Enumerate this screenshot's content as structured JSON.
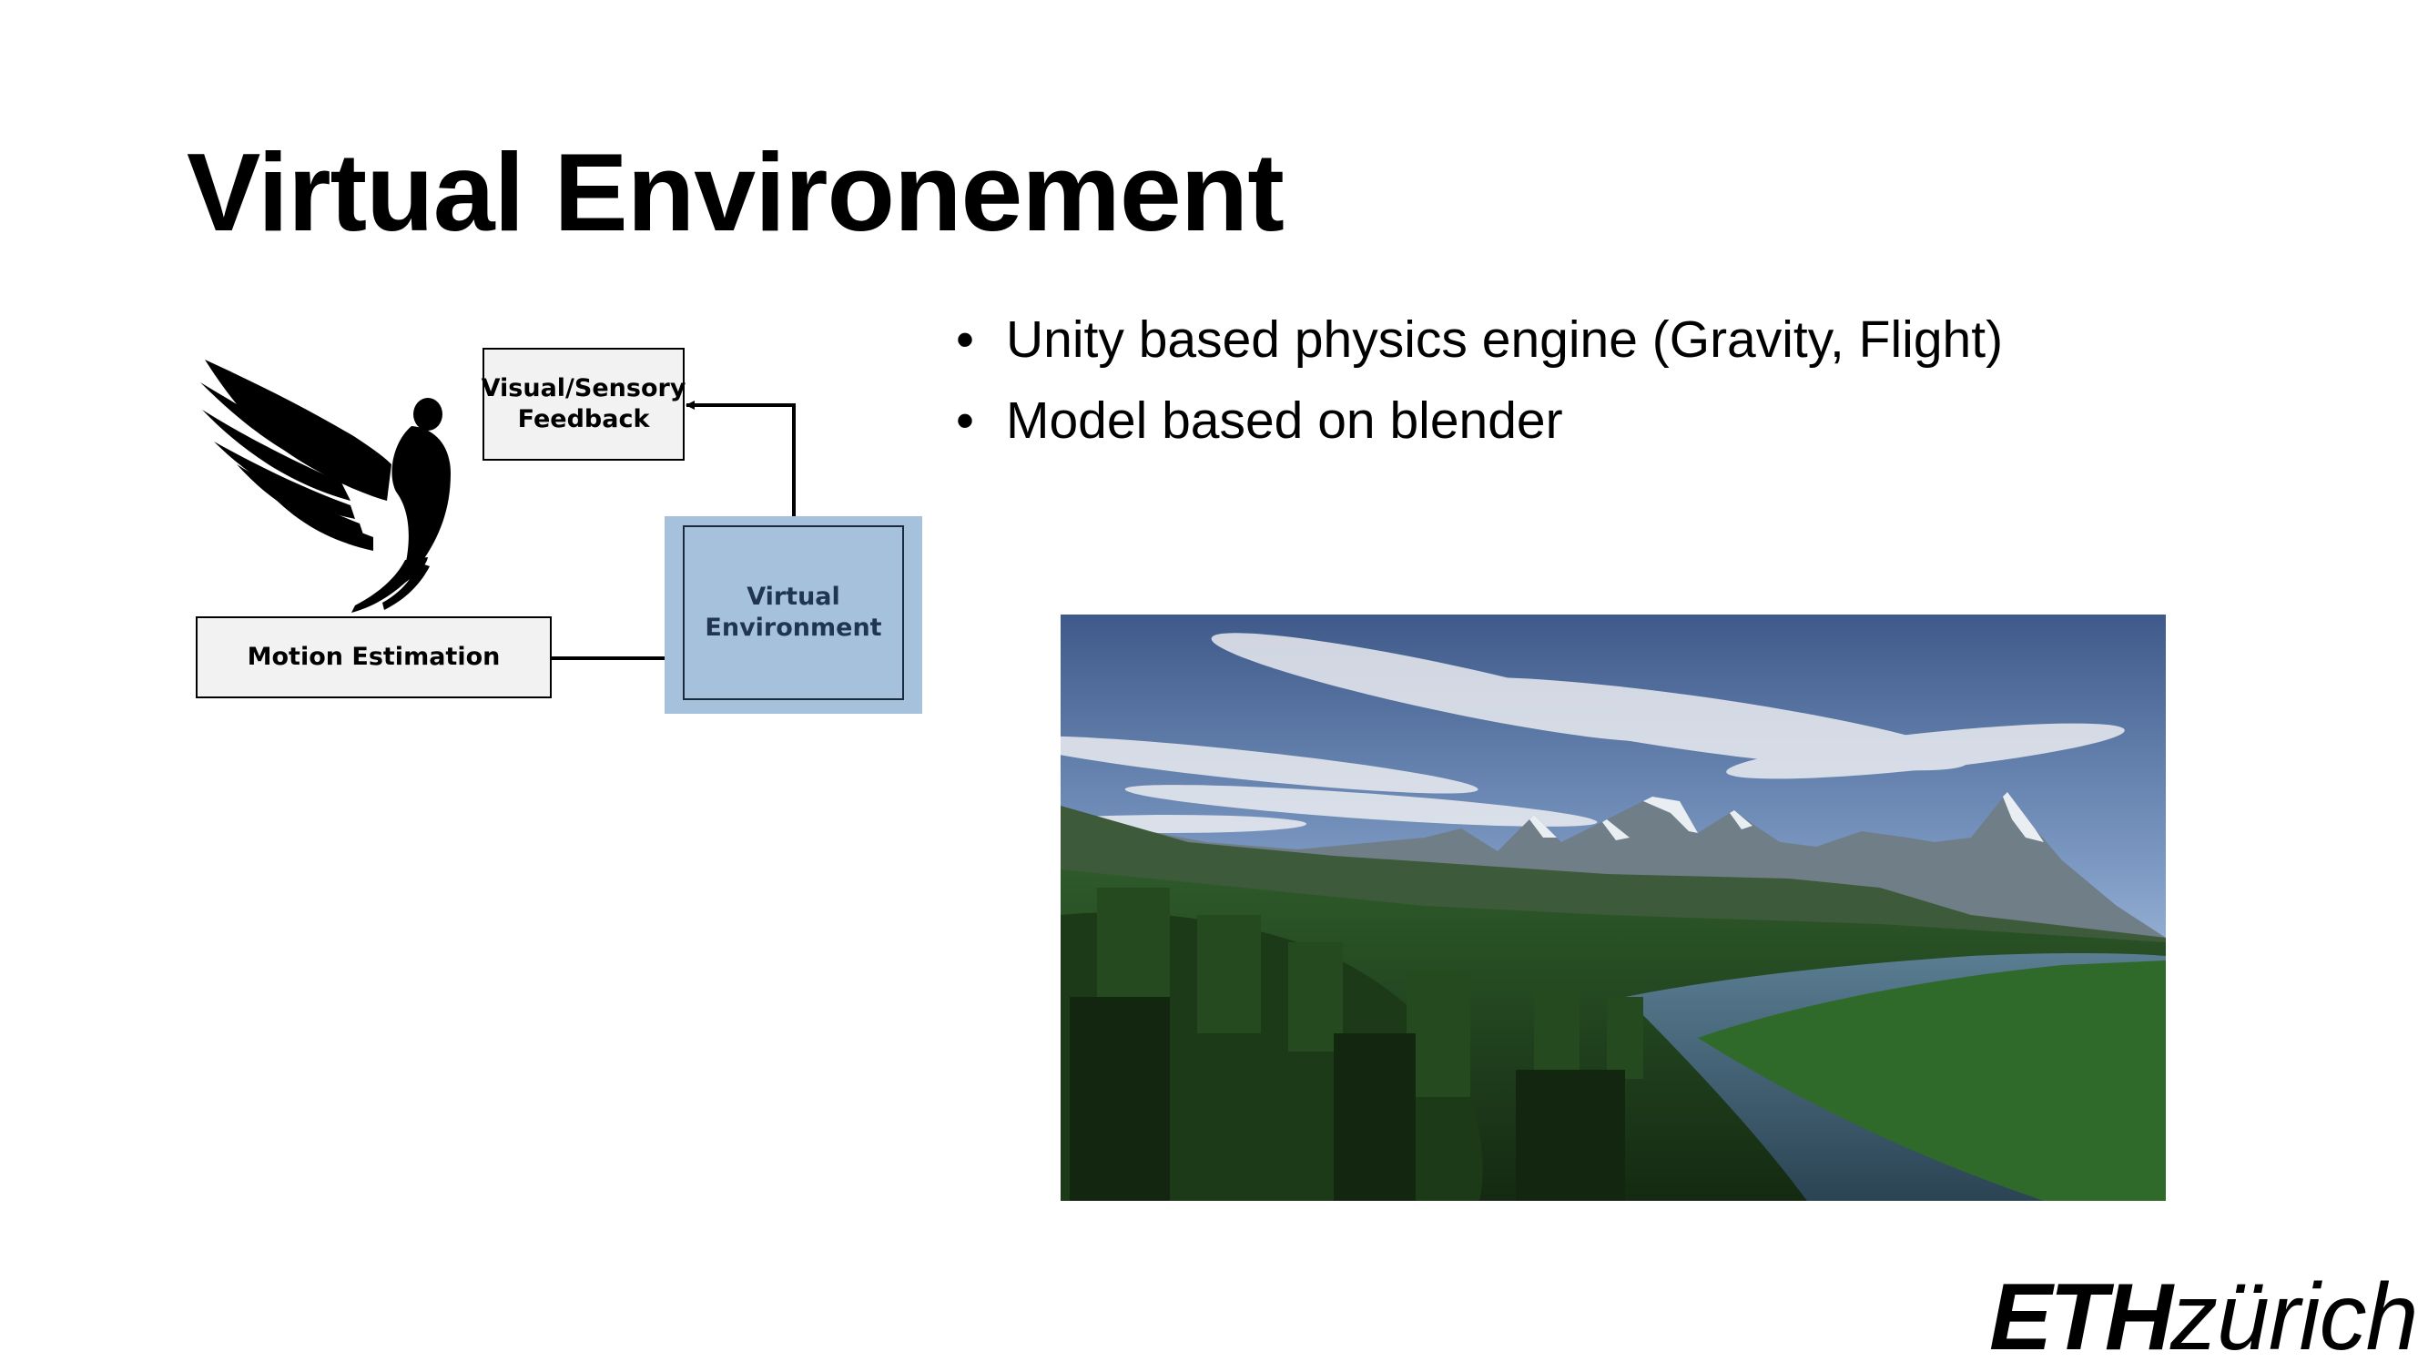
{
  "slide": {
    "title": "Virtual Environement"
  },
  "diagram": {
    "feedback_label": "Visual/Sensory\nFeedback",
    "motion_label": "Motion Estimation",
    "venv_label": "Virtual\nEnvironment",
    "venv_color": "#a6c1dc"
  },
  "bullets": [
    "Unity based physics engine (Gravity, Flight)",
    "Model based on blender"
  ],
  "logo": {
    "part1": "ETH",
    "part2": "zürich"
  }
}
